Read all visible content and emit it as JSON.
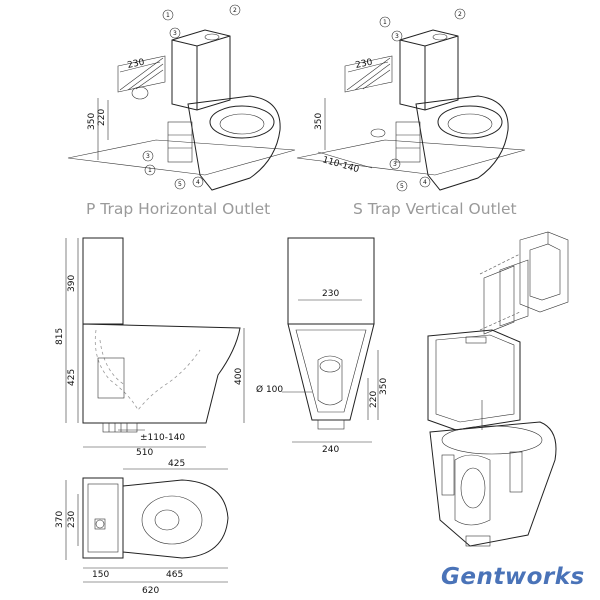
{
  "captions": {
    "p_trap": "P Trap Horizontal Outlet",
    "s_trap": "S Trap Vertical Outlet"
  },
  "brand": "Gentworks",
  "callouts": [
    "1",
    "2",
    "3",
    "4",
    "5"
  ],
  "iso_p_trap": {
    "dim_230": "230",
    "dim_350": "350",
    "dim_220": "220"
  },
  "iso_s_trap": {
    "dim_230": "230",
    "dim_350": "350",
    "dim_range": "110-140"
  },
  "side_view": {
    "height_total": "815",
    "height_cistern": "390",
    "height_pan": "425",
    "height_outlet": "400",
    "outlet_range": "±110-140",
    "depth": "510"
  },
  "front_view": {
    "width_top": "230",
    "outlet_dia": "Ø 100",
    "height_350": "350",
    "height_220": "220",
    "base_width": "240"
  },
  "plan_view": {
    "width_425": "425",
    "depth_370": "370",
    "depth_230": "230",
    "cistern_150": "150",
    "bowl_465": "465",
    "total_620": "620"
  }
}
